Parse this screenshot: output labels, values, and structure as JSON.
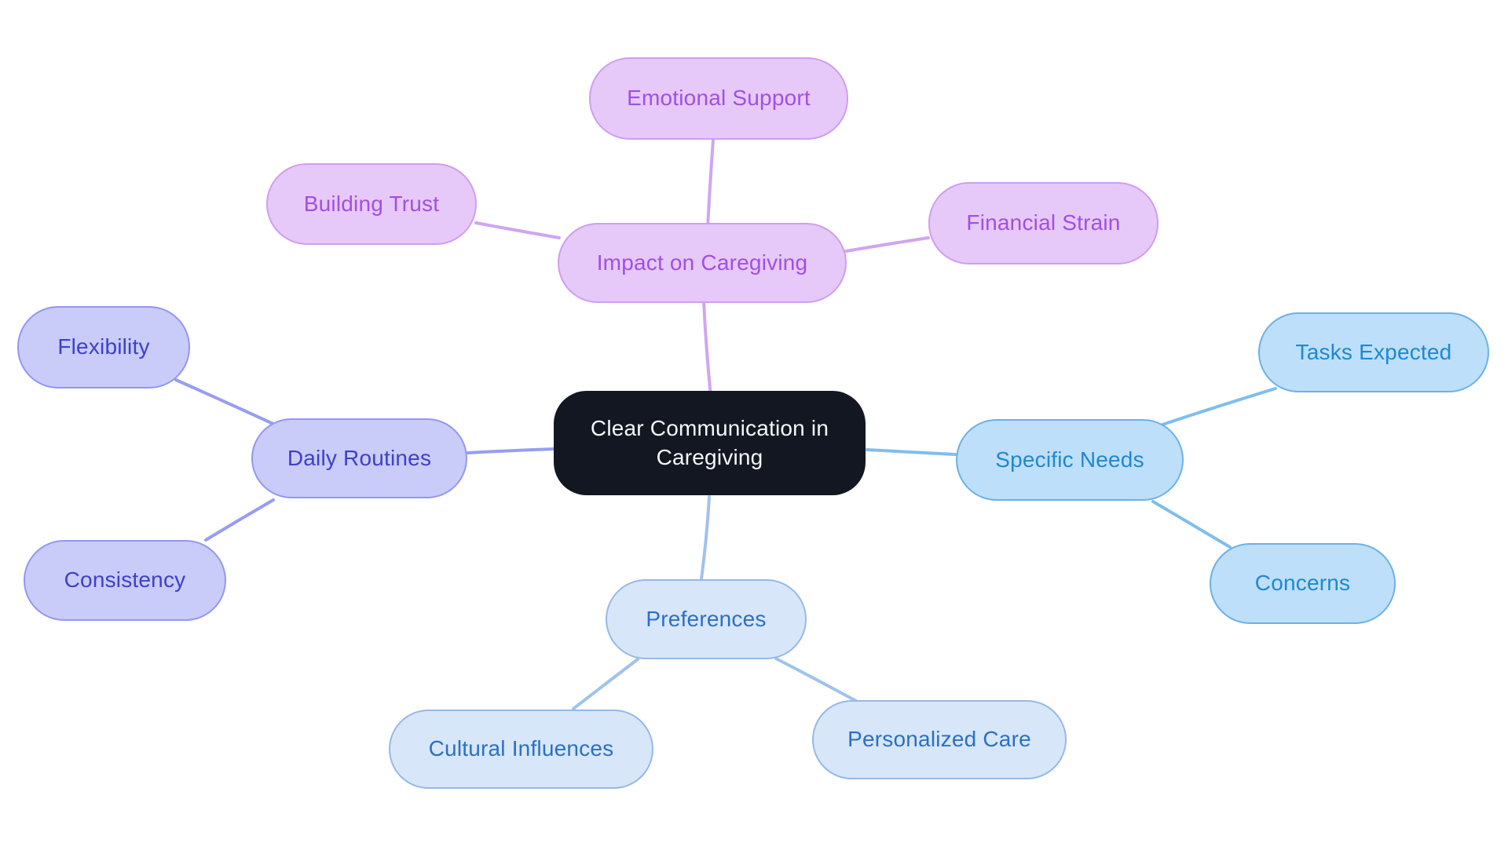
{
  "mindmap": {
    "root": {
      "label": "Clear Communication in Caregiving"
    },
    "branches": [
      {
        "label": "Impact on Caregiving",
        "theme": "purple",
        "children": [
          {
            "label": "Emotional Support"
          },
          {
            "label": "Building Trust"
          },
          {
            "label": "Financial Strain"
          }
        ]
      },
      {
        "label": "Daily Routines",
        "theme": "periwinkle",
        "children": [
          {
            "label": "Flexibility"
          },
          {
            "label": "Consistency"
          }
        ]
      },
      {
        "label": "Specific Needs",
        "theme": "sky",
        "children": [
          {
            "label": "Tasks Expected"
          },
          {
            "label": "Concerns"
          }
        ]
      },
      {
        "label": "Preferences",
        "theme": "lightblue",
        "children": [
          {
            "label": "Cultural Influences"
          },
          {
            "label": "Personalized Care"
          }
        ]
      }
    ]
  },
  "colors": {
    "background": "#ffffff",
    "center_fill": "#131722",
    "center_text": "#f5f7fa",
    "purple_fill": "#e6c9f8",
    "purple_border": "#cf9df2",
    "purple_text": "#a24fe4",
    "purple_edge": "#d0a5f0",
    "periwinkle_fill": "#c9cbf9",
    "periwinkle_border": "#9398f0",
    "periwinkle_text": "#3d41c9",
    "periwinkle_edge": "#989df0",
    "sky_fill": "#bedff9",
    "sky_border": "#6ab2e8",
    "sky_text": "#1f88d2",
    "sky_edge": "#7fbeed",
    "lightblue_fill": "#d8e6f9",
    "lightblue_border": "#96b9e8",
    "lightblue_text": "#2b70c2",
    "lightblue_edge": "#a0c2ec"
  }
}
